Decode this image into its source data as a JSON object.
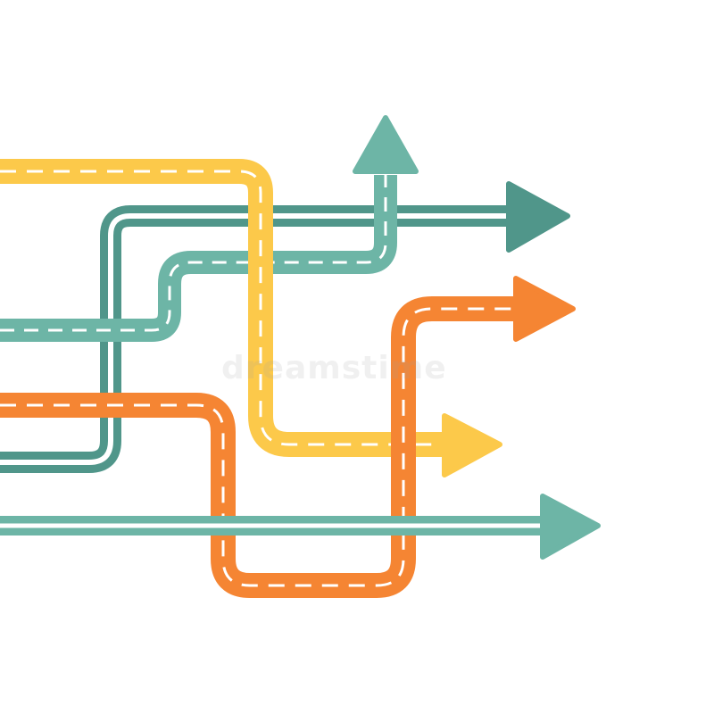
{
  "watermark": "dreamstime",
  "colors": {
    "yellow": "#fcc94a",
    "teal_light": "#6db5a6",
    "teal_dark": "#50968a",
    "orange": "#f58533",
    "dash": "#ffffff"
  },
  "arrows": [
    {
      "name": "yellow-road-arrow",
      "style": "dashed-road",
      "color": "yellow",
      "direction": "right"
    },
    {
      "name": "light-teal-road-arrow",
      "style": "dashed-road",
      "color": "teal_light",
      "direction": "up"
    },
    {
      "name": "dark-teal-double-line-arrow",
      "style": "double-line",
      "color": "teal_dark",
      "direction": "right"
    },
    {
      "name": "orange-road-arrow",
      "style": "dashed-road",
      "color": "orange",
      "direction": "right"
    },
    {
      "name": "light-teal-double-line-arrow",
      "style": "double-line",
      "color": "teal_light",
      "direction": "right"
    }
  ]
}
